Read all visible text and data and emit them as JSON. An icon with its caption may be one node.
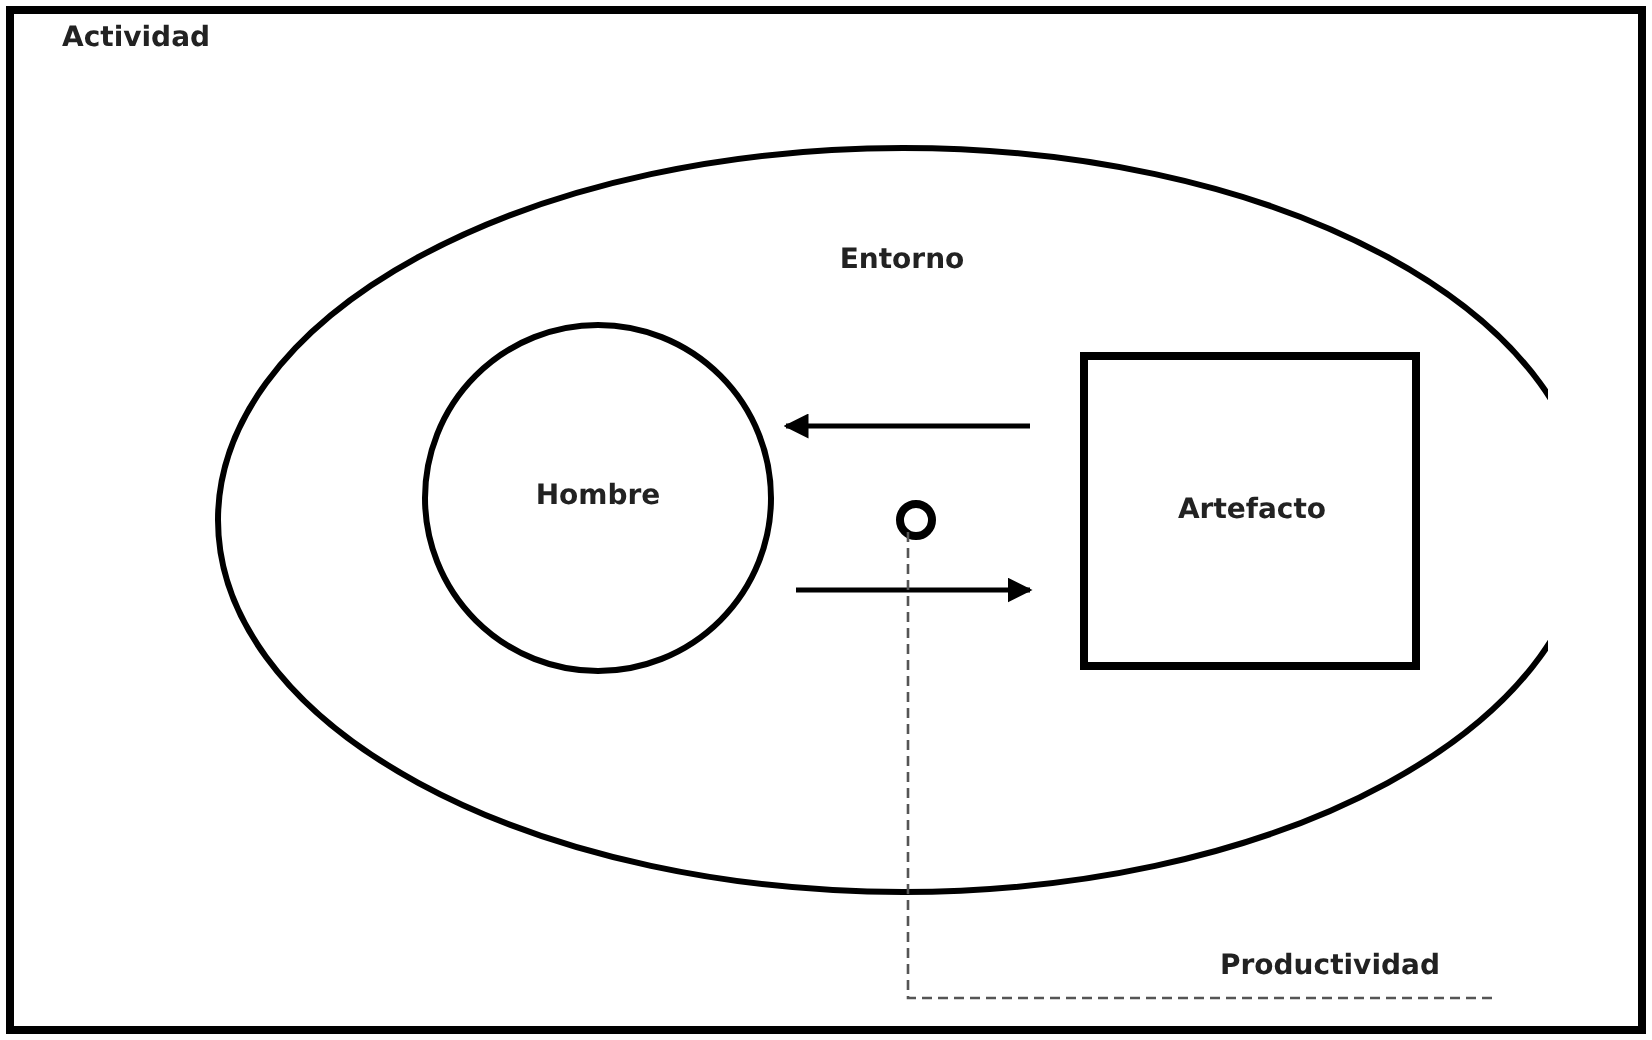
{
  "diagram": {
    "nodes": [
      {
        "text": [
          "Actividad"
        ]
      },
      {
        "text": [
          "Entorno"
        ],
        "in": 0
      },
      {
        "text": [
          "Hombre"
        ],
        "in": 1
      },
      {
        "text": [
          "Artefacto"
        ],
        "in": 1
      },
      {
        "text": [],
        "shape": "circle",
        "in": 1
      },
      {
        "text": [
          "Productividad"
        ],
        "in": 0
      }
    ],
    "edges": [
      {
        "from": 3,
        "to": 2,
        "arrow": "to"
      },
      {
        "from": 2,
        "to": 3,
        "arrow": "to"
      },
      {
        "from": 5,
        "to": 4,
        "arrow": "none",
        "style": "dashed"
      }
    ]
  }
}
